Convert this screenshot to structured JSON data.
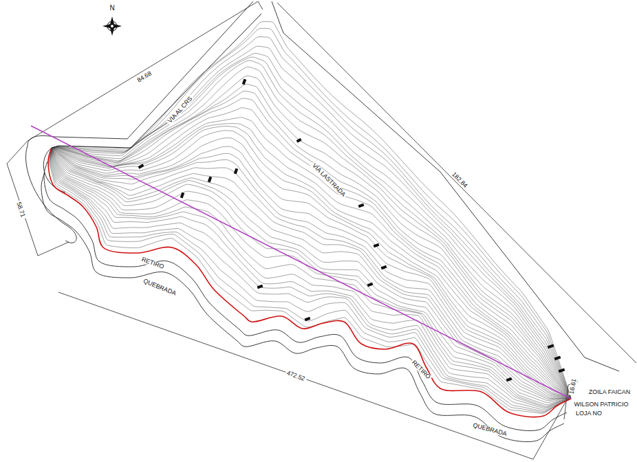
{
  "diagram": {
    "labels": [
      "N",
      "84.68",
      "VIA AL CRS",
      "VÍA LASTRADA",
      "182.84",
      "58.71",
      "RETIRO",
      "QUEBRADA",
      "472.52",
      "RETIRO",
      "QUEBRADA",
      "ZOILA FAICAN",
      "WILSON PATRICIO",
      "LOJA NO",
      "16.61"
    ]
  }
}
